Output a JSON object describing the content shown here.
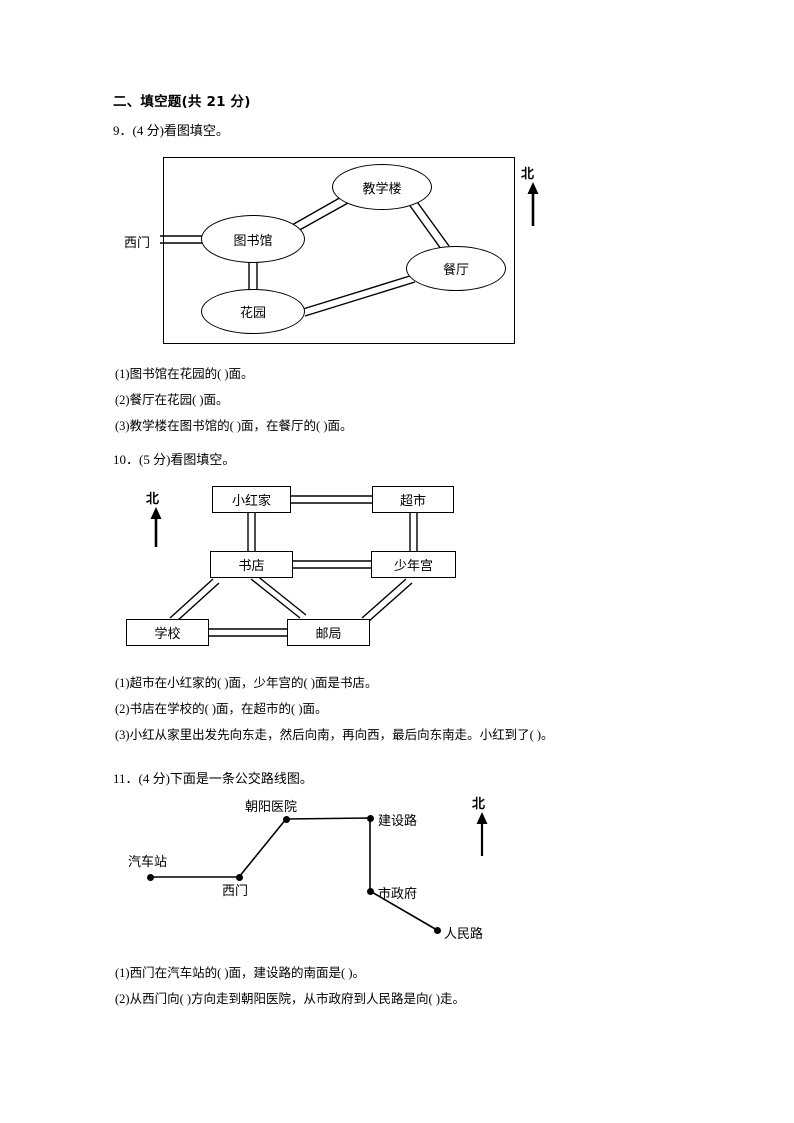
{
  "section": {
    "heading": "二、填空题(共 21 分)"
  },
  "questions": [
    {
      "head": "9．(4 分)看图填空。",
      "lines": [
        "(1)图书馆在花园的(            )面。",
        "(2)餐厅在花园(          )面。",
        "(3)教学楼在图书馆的(            )面，在餐厅的(            )面。"
      ]
    },
    {
      "head": "10．(5 分)看图填空。",
      "lines": [
        "(1)超市在小红家的(           )面，少年宫的(           )面是书店。",
        "(2)书店在学校的(          )面，在超市的(          )面。",
        "(3)小红从家里出发先向东走，然后向南，再向西，最后向东南走。小红到了(          )。"
      ]
    },
    {
      "head": "11．(4 分)下面是一条公交路线图。",
      "lines": [
        "(1)西门在汽车站的(        )面，建设路的南面是(        )。",
        "(2)从西门向(        )方向走到朝阳医院，从市政府到人民路是向(        )走。"
      ]
    }
  ],
  "figure1": {
    "nodes": {
      "teaching_building": "教学楼",
      "library": "图书馆",
      "canteen": "餐厅",
      "garden": "花园"
    },
    "west_gate": "西门",
    "north": "北"
  },
  "figure2": {
    "nodes": {
      "xiaohong_home": "小红家",
      "supermarket": "超市",
      "bookstore": "书店",
      "youth_palace": "少年宫",
      "school": "学校",
      "post_office": "邮局"
    },
    "north": "北"
  },
  "figure3": {
    "stops": {
      "bus_station": "汽车站",
      "west_gate": "西门",
      "chaoyang_hospital": "朝阳医院",
      "jianshe_road": "建设路",
      "city_hall": "市政府",
      "renmin_road": "人民路"
    },
    "north": "北"
  }
}
